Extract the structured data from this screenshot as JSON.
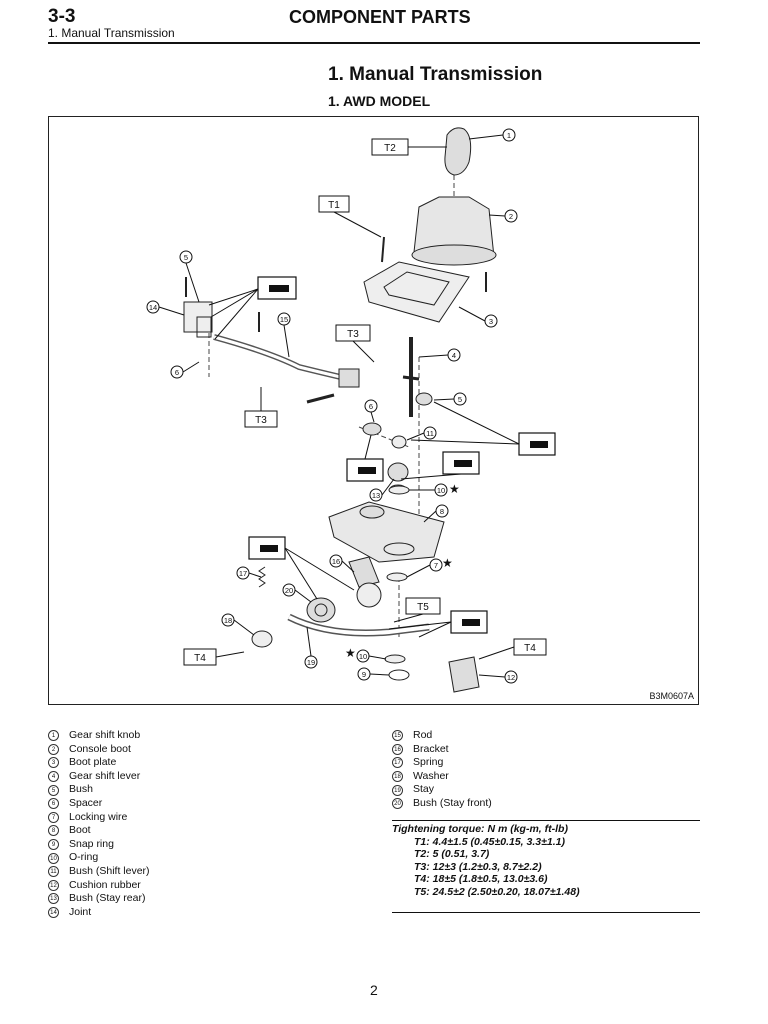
{
  "header": {
    "section": "3-3",
    "title": "COMPONENT PARTS",
    "subtitle": "1. Manual Transmission"
  },
  "heading": {
    "main": "1.  Manual Transmission",
    "sub": "1.  AWD MODEL"
  },
  "figure": {
    "code": "B3M0607A",
    "torque_tags": [
      "T1",
      "T2",
      "T3",
      "T3",
      "T4",
      "T4",
      "T5"
    ],
    "callouts": [
      "1",
      "2",
      "3",
      "4",
      "5",
      "5",
      "6",
      "6",
      "7",
      "8",
      "9",
      "10",
      "10",
      "11",
      "12",
      "13",
      "14",
      "15",
      "16",
      "17",
      "18",
      "19",
      "20"
    ]
  },
  "legend_left": [
    {
      "num": "1",
      "label": "Gear shift knob"
    },
    {
      "num": "2",
      "label": "Console boot"
    },
    {
      "num": "3",
      "label": "Boot plate"
    },
    {
      "num": "4",
      "label": "Gear shift lever"
    },
    {
      "num": "5",
      "label": "Bush"
    },
    {
      "num": "6",
      "label": "Spacer"
    },
    {
      "num": "7",
      "label": "Locking wire"
    },
    {
      "num": "8",
      "label": "Boot"
    },
    {
      "num": "9",
      "label": "Snap ring"
    },
    {
      "num": "10",
      "label": "O-ring"
    },
    {
      "num": "11",
      "label": "Bush (Shift lever)"
    },
    {
      "num": "12",
      "label": "Cushion rubber"
    },
    {
      "num": "13",
      "label": "Bush (Stay rear)"
    },
    {
      "num": "14",
      "label": "Joint"
    }
  ],
  "legend_right": [
    {
      "num": "15",
      "label": "Rod"
    },
    {
      "num": "16",
      "label": "Bracket"
    },
    {
      "num": "17",
      "label": "Spring"
    },
    {
      "num": "18",
      "label": "Washer"
    },
    {
      "num": "19",
      "label": "Stay"
    },
    {
      "num": "20",
      "label": "Bush (Stay front)"
    }
  ],
  "torque": {
    "title": "Tightening torque: N m (kg-m, ft-lb)",
    "lines": [
      "T1: 4.4±1.5 (0.45±0.15, 3.3±1.1)",
      "T2: 5 (0.51, 3.7)",
      "T3: 12±3 (1.2±0.3, 8.7±2.2)",
      "T4: 18±5 (1.8±0.5, 13.0±3.6)",
      "T5: 24.5±2 (2.50±0.20, 18.07±1.48)"
    ]
  },
  "page_number": "2"
}
